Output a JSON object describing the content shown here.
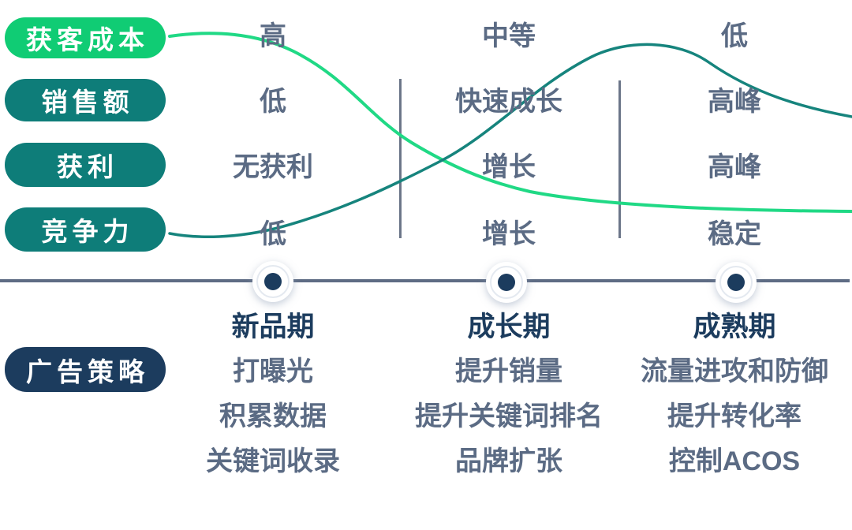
{
  "colors": {
    "green_pill": "#10CC74",
    "teal_pill": "#0E7D79",
    "navy": "#1C3C5E",
    "slate_text": "#5B6B84",
    "green_curve": "#20D985",
    "teal_curve": "#16847D",
    "axis_line": "#5E6C84",
    "divider": "#6C7689",
    "dot_fill": "#FFFFFF",
    "dot_center": "#1C3C5E"
  },
  "metrics": [
    {
      "label": "获客成本",
      "pill_color": "green",
      "values": [
        "高",
        "中等",
        "低"
      ]
    },
    {
      "label": "销售额",
      "pill_color": "teal",
      "values": [
        "低",
        "快速成长",
        "高峰"
      ]
    },
    {
      "label": "获利",
      "pill_color": "teal",
      "values": [
        "无获利",
        "增长",
        "高峰"
      ]
    },
    {
      "label": "竞争力",
      "pill_color": "teal",
      "values": [
        "低",
        "增长",
        "稳定"
      ]
    }
  ],
  "strategy": {
    "pill_label": "广告策略",
    "stages": [
      {
        "title": "新品期",
        "items": [
          "打曝光",
          "积累数据",
          "关键词收录"
        ]
      },
      {
        "title": "成长期",
        "items": [
          "提升销量",
          "提升关键词排名",
          "品牌扩张"
        ]
      },
      {
        "title": "成熟期",
        "items": [
          "流量进攻和防御",
          "提升转化率",
          "控制ACOS"
        ]
      }
    ]
  },
  "curves": {
    "green": {
      "connects_from": "获客成本",
      "shape": "high-then-declining"
    },
    "teal": {
      "connects_from": "竞争力",
      "shape": "rise-peak-decline"
    }
  },
  "timeline": {
    "dot_count": 3
  }
}
